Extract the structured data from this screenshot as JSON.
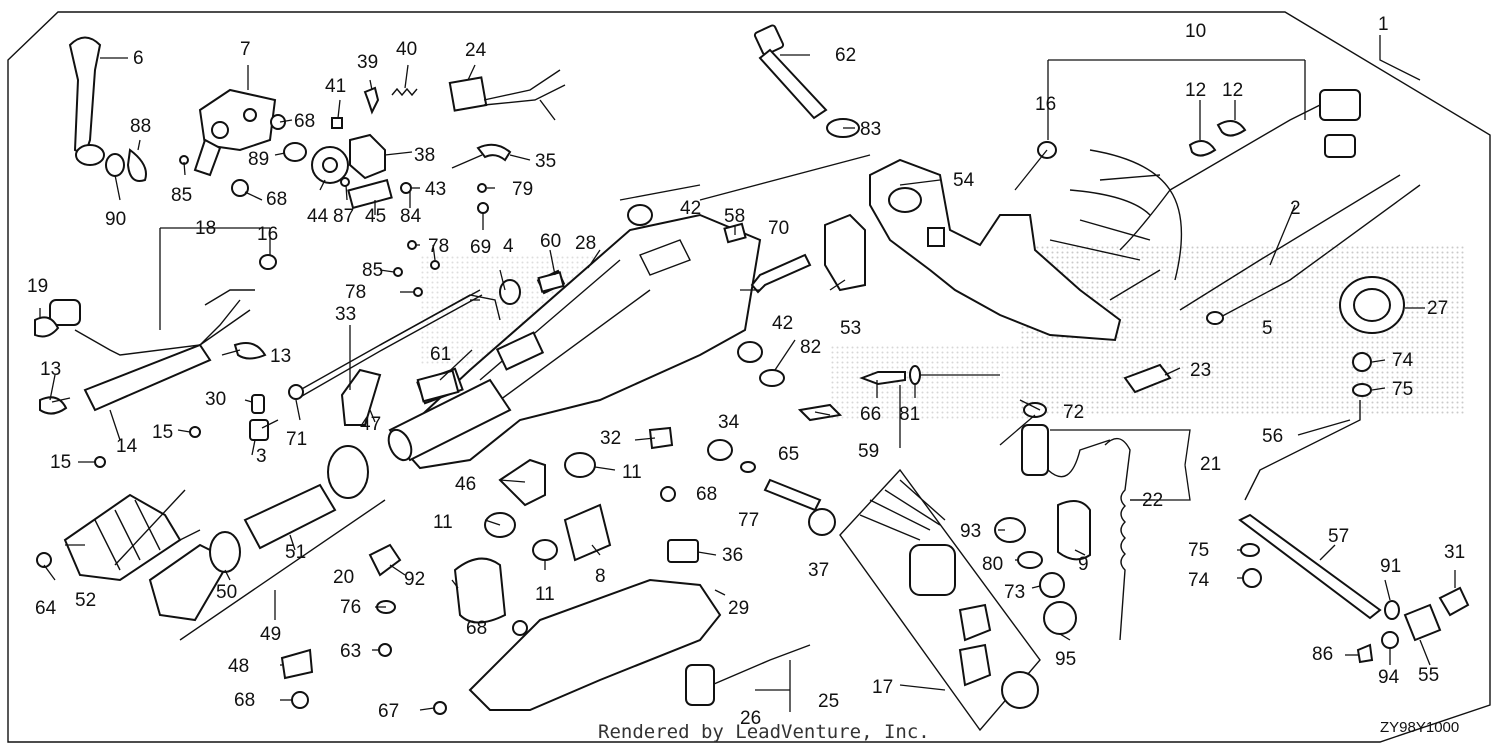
{
  "diagram": {
    "footer_text": "Rendered by LeadVenture, Inc.",
    "diagram_code": "ZY98Y1000",
    "callouts": [
      {
        "id": "c1",
        "text": "1"
      },
      {
        "id": "c2",
        "text": "2"
      },
      {
        "id": "c3",
        "text": "3"
      },
      {
        "id": "c4",
        "text": "4"
      },
      {
        "id": "c5",
        "text": "5"
      },
      {
        "id": "c6",
        "text": "6"
      },
      {
        "id": "c7",
        "text": "7"
      },
      {
        "id": "c8",
        "text": "8"
      },
      {
        "id": "c9",
        "text": "9"
      },
      {
        "id": "c10",
        "text": "10"
      },
      {
        "id": "c11a",
        "text": "11"
      },
      {
        "id": "c11b",
        "text": "11"
      },
      {
        "id": "c11c",
        "text": "11"
      },
      {
        "id": "c12a",
        "text": "12"
      },
      {
        "id": "c12b",
        "text": "12"
      },
      {
        "id": "c13a",
        "text": "13"
      },
      {
        "id": "c13b",
        "text": "13"
      },
      {
        "id": "c14",
        "text": "14"
      },
      {
        "id": "c15a",
        "text": "15"
      },
      {
        "id": "c15b",
        "text": "15"
      },
      {
        "id": "c16a",
        "text": "16"
      },
      {
        "id": "c16b",
        "text": "16"
      },
      {
        "id": "c17",
        "text": "17"
      },
      {
        "id": "c18",
        "text": "18"
      },
      {
        "id": "c19",
        "text": "19"
      },
      {
        "id": "c20",
        "text": "20"
      },
      {
        "id": "c21",
        "text": "21"
      },
      {
        "id": "c22",
        "text": "22"
      },
      {
        "id": "c23",
        "text": "23"
      },
      {
        "id": "c24",
        "text": "24"
      },
      {
        "id": "c25",
        "text": "25"
      },
      {
        "id": "c26",
        "text": "26"
      },
      {
        "id": "c27",
        "text": "27"
      },
      {
        "id": "c28",
        "text": "28"
      },
      {
        "id": "c29",
        "text": "29"
      },
      {
        "id": "c30",
        "text": "30"
      },
      {
        "id": "c31",
        "text": "31"
      },
      {
        "id": "c32",
        "text": "32"
      },
      {
        "id": "c33",
        "text": "33"
      },
      {
        "id": "c34",
        "text": "34"
      },
      {
        "id": "c35",
        "text": "35"
      },
      {
        "id": "c36",
        "text": "36"
      },
      {
        "id": "c37",
        "text": "37"
      },
      {
        "id": "c38",
        "text": "38"
      },
      {
        "id": "c39",
        "text": "39"
      },
      {
        "id": "c40",
        "text": "40"
      },
      {
        "id": "c41",
        "text": "41"
      },
      {
        "id": "c42a",
        "text": "42"
      },
      {
        "id": "c42b",
        "text": "42"
      },
      {
        "id": "c43",
        "text": "43"
      },
      {
        "id": "c44",
        "text": "44"
      },
      {
        "id": "c45",
        "text": "45"
      },
      {
        "id": "c46",
        "text": "46"
      },
      {
        "id": "c47",
        "text": "47"
      },
      {
        "id": "c48",
        "text": "48"
      },
      {
        "id": "c49",
        "text": "49"
      },
      {
        "id": "c50",
        "text": "50"
      },
      {
        "id": "c51",
        "text": "51"
      },
      {
        "id": "c52",
        "text": "52"
      },
      {
        "id": "c53",
        "text": "53"
      },
      {
        "id": "c54",
        "text": "54"
      },
      {
        "id": "c55",
        "text": "55"
      },
      {
        "id": "c56",
        "text": "56"
      },
      {
        "id": "c57",
        "text": "57"
      },
      {
        "id": "c58",
        "text": "58"
      },
      {
        "id": "c59",
        "text": "59"
      },
      {
        "id": "c60",
        "text": "60"
      },
      {
        "id": "c61",
        "text": "61"
      },
      {
        "id": "c62",
        "text": "62"
      },
      {
        "id": "c63",
        "text": "63"
      },
      {
        "id": "c64",
        "text": "64"
      },
      {
        "id": "c65",
        "text": "65"
      },
      {
        "id": "c66",
        "text": "66"
      },
      {
        "id": "c67",
        "text": "67"
      },
      {
        "id": "c68a",
        "text": "68"
      },
      {
        "id": "c68b",
        "text": "68"
      },
      {
        "id": "c68c",
        "text": "68"
      },
      {
        "id": "c68d",
        "text": "68"
      },
      {
        "id": "c68e",
        "text": "68"
      },
      {
        "id": "c69",
        "text": "69"
      },
      {
        "id": "c70",
        "text": "70"
      },
      {
        "id": "c71",
        "text": "71"
      },
      {
        "id": "c72",
        "text": "72"
      },
      {
        "id": "c73",
        "text": "73"
      },
      {
        "id": "c74a",
        "text": "74"
      },
      {
        "id": "c74b",
        "text": "74"
      },
      {
        "id": "c75a",
        "text": "75"
      },
      {
        "id": "c75b",
        "text": "75"
      },
      {
        "id": "c76",
        "text": "76"
      },
      {
        "id": "c77",
        "text": "77"
      },
      {
        "id": "c78a",
        "text": "78"
      },
      {
        "id": "c78b",
        "text": "78"
      },
      {
        "id": "c79",
        "text": "79"
      },
      {
        "id": "c80",
        "text": "80"
      },
      {
        "id": "c81",
        "text": "81"
      },
      {
        "id": "c82",
        "text": "82"
      },
      {
        "id": "c83",
        "text": "83"
      },
      {
        "id": "c84",
        "text": "84"
      },
      {
        "id": "c85a",
        "text": "85"
      },
      {
        "id": "c85b",
        "text": "85"
      },
      {
        "id": "c86",
        "text": "86"
      },
      {
        "id": "c87",
        "text": "87"
      },
      {
        "id": "c88",
        "text": "88"
      },
      {
        "id": "c89",
        "text": "89"
      },
      {
        "id": "c90",
        "text": "90"
      },
      {
        "id": "c91",
        "text": "91"
      },
      {
        "id": "c92",
        "text": "92"
      },
      {
        "id": "c93",
        "text": "93"
      },
      {
        "id": "c94",
        "text": "94"
      },
      {
        "id": "c95",
        "text": "95"
      }
    ]
  }
}
